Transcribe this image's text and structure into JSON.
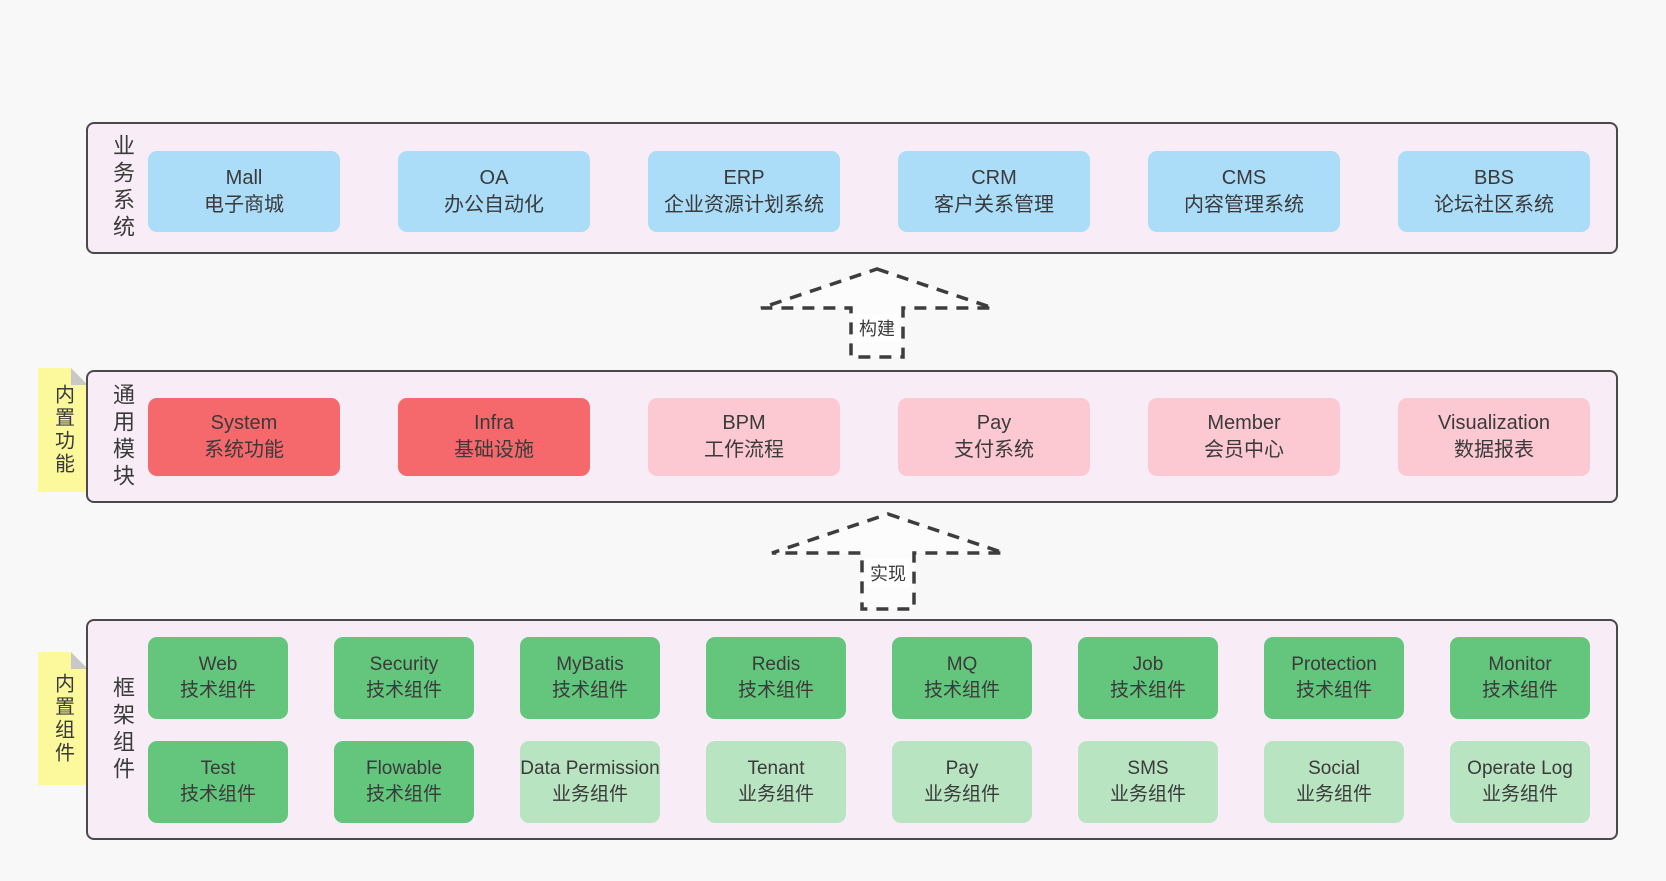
{
  "colors": {
    "page_bg": "#f8f8f8",
    "band_bg": "#f8edf6",
    "band_border": "#4a4a4a",
    "blue": "#abdcf8",
    "red": "#f5696d",
    "pink": "#fcc9d2",
    "green": "#64c67d",
    "green_light": "#b9e4c1",
    "note_yellow": "#fbf99c",
    "note_fold": "#c8c8c8",
    "text": "#3a3a3a"
  },
  "bands": [
    {
      "label": "业务系统",
      "boxes": [
        {
          "title": "Mall",
          "subtitle": "电子商城",
          "variant": "blue"
        },
        {
          "title": "OA",
          "subtitle": "办公自动化",
          "variant": "blue"
        },
        {
          "title": "ERP",
          "subtitle": "企业资源计划系统",
          "variant": "blue"
        },
        {
          "title": "CRM",
          "subtitle": "客户关系管理",
          "variant": "blue"
        },
        {
          "title": "CMS",
          "subtitle": "内容管理系统",
          "variant": "blue"
        },
        {
          "title": "BBS",
          "subtitle": "论坛社区系统",
          "variant": "blue"
        }
      ]
    },
    {
      "label": "通用模块",
      "note": "内置功能",
      "boxes": [
        {
          "title": "System",
          "subtitle": "系统功能",
          "variant": "red"
        },
        {
          "title": "Infra",
          "subtitle": "基础设施",
          "variant": "red"
        },
        {
          "title": "BPM",
          "subtitle": "工作流程",
          "variant": "pink"
        },
        {
          "title": "Pay",
          "subtitle": "支付系统",
          "variant": "pink"
        },
        {
          "title": "Member",
          "subtitle": "会员中心",
          "variant": "pink"
        },
        {
          "title": "Visualization",
          "subtitle": "数据报表",
          "variant": "pink"
        }
      ]
    },
    {
      "label": "框架组件",
      "note": "内置组件",
      "rows": [
        [
          {
            "title": "Web",
            "subtitle": "技术组件",
            "variant": "green"
          },
          {
            "title": "Security",
            "subtitle": "技术组件",
            "variant": "green"
          },
          {
            "title": "MyBatis",
            "subtitle": "技术组件",
            "variant": "green"
          },
          {
            "title": "Redis",
            "subtitle": "技术组件",
            "variant": "green"
          },
          {
            "title": "MQ",
            "subtitle": "技术组件",
            "variant": "green"
          },
          {
            "title": "Job",
            "subtitle": "技术组件",
            "variant": "green"
          },
          {
            "title": "Protection",
            "subtitle": "技术组件",
            "variant": "green"
          },
          {
            "title": "Monitor",
            "subtitle": "技术组件",
            "variant": "green"
          }
        ],
        [
          {
            "title": "Test",
            "subtitle": "技术组件",
            "variant": "green"
          },
          {
            "title": "Flowable",
            "subtitle": "技术组件",
            "variant": "green"
          },
          {
            "title": "Data Permission",
            "subtitle": "业务组件",
            "variant": "green-light"
          },
          {
            "title": "Tenant",
            "subtitle": "业务组件",
            "variant": "green-light"
          },
          {
            "title": "Pay",
            "subtitle": "业务组件",
            "variant": "green-light"
          },
          {
            "title": "SMS",
            "subtitle": "业务组件",
            "variant": "green-light"
          },
          {
            "title": "Social",
            "subtitle": "业务组件",
            "variant": "green-light"
          },
          {
            "title": "Operate Log",
            "subtitle": "业务组件",
            "variant": "green-light"
          }
        ]
      ]
    }
  ],
  "arrows": [
    {
      "label": "构建"
    },
    {
      "label": "实现"
    }
  ]
}
